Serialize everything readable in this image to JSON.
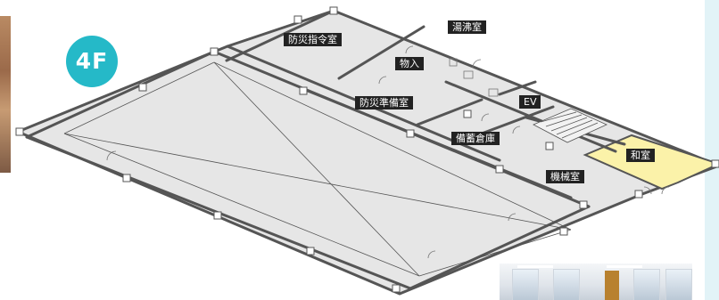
{
  "floor": {
    "label": "4F",
    "color": "#25b9c8"
  },
  "rooms": {
    "disaster_command": "防災指令室",
    "hot_water_room": "湯沸室",
    "storage": "物入",
    "disaster_prep": "防災準備室",
    "elevator": "EV",
    "stockpile": "備蓄倉庫",
    "japanese_room": "和室",
    "machine_room": "機械室"
  },
  "colors": {
    "floor_fill": "#e6e6e6",
    "highlight_fill": "#fbf2a9",
    "wall": "#555555",
    "label_bg": "#222222"
  }
}
